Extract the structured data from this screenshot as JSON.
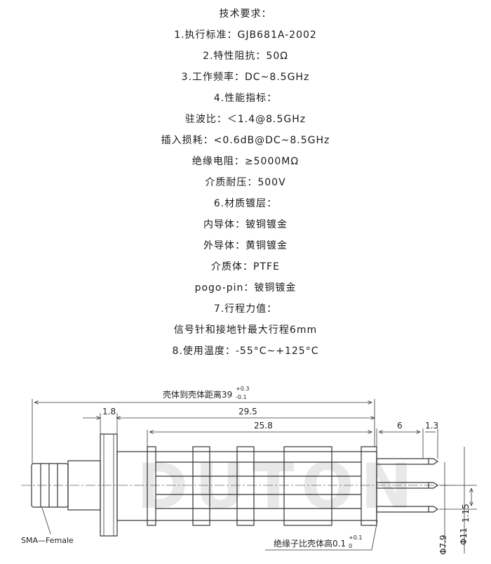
{
  "specs": {
    "title": "技术要求：",
    "lines": [
      "1.执行标准：GJB681A-2002",
      "2.特性阻抗：50Ω",
      "3.工作频率：DC~8.5GHz",
      "4.性能指标：",
      "驻波比：＜1.4@8.5GHz",
      "插入损耗：<0.6dB@DC~8.5GHz",
      "绝缘电阻：≥5000MΩ",
      "介质耐压：500V",
      "6.材质镀层：",
      "内导体：铍铜镀金",
      "外导体：黄铜镀金",
      "介质体：PTFE",
      "pogo-pin：铍铜镀金",
      "7.行程力值：",
      "信号针和接地针最大行程6mm",
      "8.使用温度：-55°C~+125°C"
    ]
  },
  "drawing": {
    "watermark": "DUTON",
    "dim_total_label": "壳体到壳体距离39",
    "dim_total_tol_upper": "+0.3",
    "dim_total_tol_lower": "-0.1",
    "dim_flange": "1.8",
    "dim_body": "29.5",
    "dim_inner": "25.8",
    "dim_stroke": "6",
    "dim_tip": "1.3",
    "dim_pitch": "1.15",
    "dim_dia_small": "7.9",
    "dim_dia_large": "11",
    "connector_label": "SMA—Female",
    "insulator_label": "绝缘子比壳体高0.1",
    "insulator_tol_upper": "+0.1",
    "insulator_tol_lower": "0"
  }
}
